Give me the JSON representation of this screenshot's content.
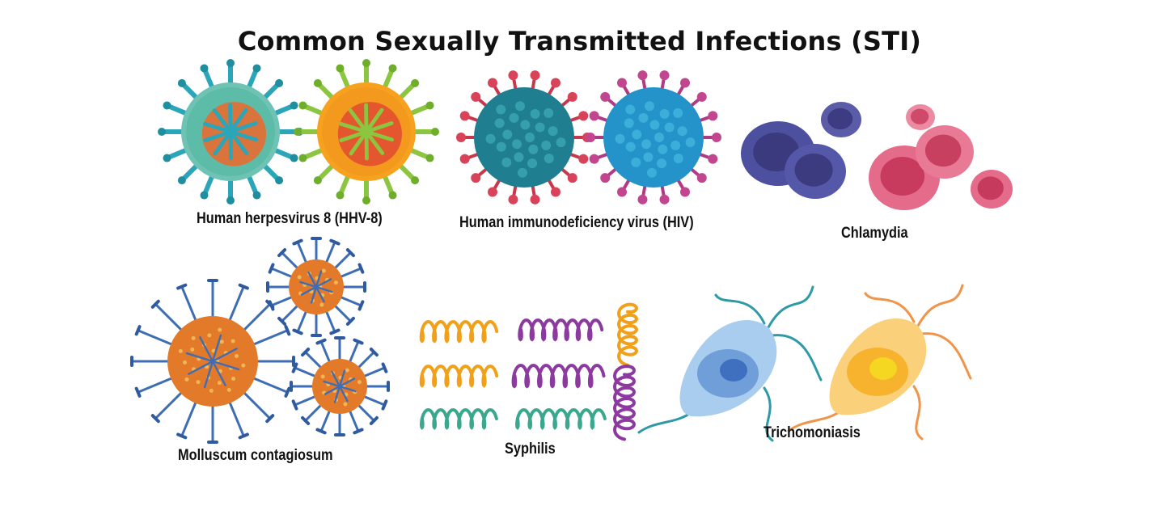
{
  "title": "Common Sexually Transmitted Infections (STI)",
  "labels": {
    "hhv8": "Human herpesvirus 8 (HHV-8)",
    "hiv": "Human immunodeficiency virus (HIV)",
    "chlamydia": "Chlamydia",
    "molluscum": "Molluscum contagiosum",
    "syphilis": "Syphilis",
    "trichomoniasis": "Trichomoniasis"
  }
}
